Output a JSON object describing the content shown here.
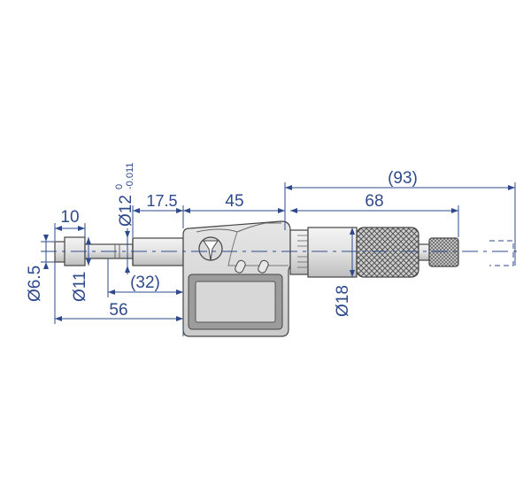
{
  "dimensions": {
    "d_93": "(93)",
    "d_68": "68",
    "d_45": "45",
    "d_17_5": "17.5",
    "d_10": "10",
    "d_32": "(32)",
    "d_56": "56",
    "dia_12": "Ø12",
    "dia_12_tol_upper": "0",
    "dia_12_tol_lower": "-0.011",
    "dia_6_5": "Ø6.5",
    "dia_11": "Ø11",
    "dia_18": "Ø18"
  },
  "colors": {
    "dimension": "#2e4a8c",
    "body_fill": "#d8d8d8",
    "outline": "#444444"
  }
}
